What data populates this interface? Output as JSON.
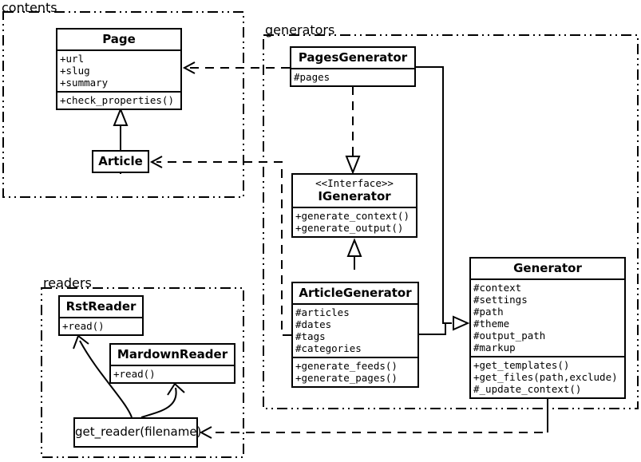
{
  "packages": {
    "contents": "contents",
    "generators": "generators",
    "readers": "readers"
  },
  "classes": {
    "page": {
      "name": "Page",
      "attributes": [
        "+url",
        "+slug",
        "+summary"
      ],
      "methods": [
        "+check_properties()"
      ]
    },
    "article": {
      "name": "Article"
    },
    "pages_generator": {
      "name": "PagesGenerator",
      "attributes": [
        "#pages"
      ]
    },
    "igenerator": {
      "stereotype": "<<Interface>>",
      "name": "IGenerator",
      "methods": [
        "+generate_context()",
        "+generate_output()"
      ]
    },
    "article_generator": {
      "name": "ArticleGenerator",
      "attributes": [
        "#articles",
        "#dates",
        "#tags",
        "#categories"
      ],
      "methods": [
        "+generate_feeds()",
        "+generate_pages()"
      ]
    },
    "generator": {
      "name": "Generator",
      "attributes": [
        "#context",
        "#settings",
        "#path",
        "#theme",
        "#output_path",
        "#markup"
      ],
      "methods": [
        "+get_templates()",
        "+get_files(path,exclude)",
        "#_update_context()"
      ]
    },
    "rst_reader": {
      "name": "RstReader",
      "methods": [
        "+read()"
      ]
    },
    "mardown_reader": {
      "name": "MardownReader",
      "methods": [
        "+read()"
      ]
    },
    "get_reader": {
      "name": "get_reader(filename)"
    }
  },
  "relationships": [
    {
      "from": "Article",
      "to": "Page",
      "type": "generalization"
    },
    {
      "from": "PagesGenerator",
      "to": "Page",
      "type": "dependency"
    },
    {
      "from": "PagesGenerator",
      "to": "IGenerator",
      "type": "realization"
    },
    {
      "from": "PagesGenerator",
      "to": "Generator",
      "type": "generalization"
    },
    {
      "from": "ArticleGenerator",
      "to": "Article",
      "type": "dependency"
    },
    {
      "from": "ArticleGenerator",
      "to": "IGenerator",
      "type": "generalization"
    },
    {
      "from": "ArticleGenerator",
      "to": "Generator",
      "type": "generalization"
    },
    {
      "from": "Generator",
      "to": "get_reader(filename)",
      "type": "dependency"
    },
    {
      "from": "get_reader(filename)",
      "to": "RstReader",
      "type": "arrow"
    },
    {
      "from": "get_reader(filename)",
      "to": "MardownReader",
      "type": "arrow"
    }
  ],
  "colors": {
    "line": "#000000",
    "background": "#ffffff",
    "box_fill": "#ffffff"
  }
}
